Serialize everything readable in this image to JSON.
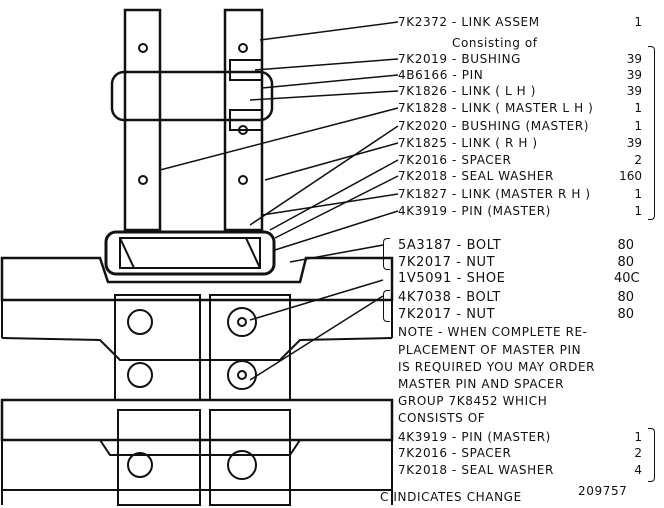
{
  "parts": [
    {
      "label": "7K2372 - LINK  ASSEM",
      "qty": "1"
    },
    {
      "label": "Consisting  of",
      "qty": ""
    },
    {
      "label": "7K2019 - BUSHING",
      "qty": "39"
    },
    {
      "label": "4B6166 - PIN",
      "qty": "39"
    },
    {
      "label": "7K1826 - LINK  ( L H  )",
      "qty": "39"
    },
    {
      "label": "7K1828 - LINK  ( MASTER L H  )",
      "qty": "1"
    },
    {
      "label": "7K2020 - BUSHING (MASTER)",
      "qty": "1"
    },
    {
      "label": "7K1825 - LINK  ( R H  )",
      "qty": "39"
    },
    {
      "label": "7K2016 - SPACER",
      "qty": "2"
    },
    {
      "label": "7K2018 - SEAL  WASHER",
      "qty": "160"
    },
    {
      "label": "7K1827 - LINK  (MASTER R H  )",
      "qty": "1"
    },
    {
      "label": "4K3919 - PIN   (MASTER)",
      "qty": "1"
    }
  ],
  "hardware": [
    {
      "label": "5A3187 - BOLT",
      "qty": "80"
    },
    {
      "label": "7K2017 - NUT",
      "qty": "80"
    },
    {
      "label": "1V5091 - SHOE",
      "qty": "40C"
    },
    {
      "label": "4K7038 - BOLT",
      "qty": "80"
    },
    {
      "label": "7K2017 - NUT",
      "qty": "80"
    }
  ],
  "note": [
    "NOTE  - WHEN  COMPLETE  RE-",
    "PLACEMENT  OF  MASTER  PIN",
    "IS  REQUIRED  YOU  MAY  ORDER",
    "MASTER  PIN  AND  SPACER",
    "GROUP  7K8452  WHICH",
    "CONSISTS  OF"
  ],
  "group": [
    {
      "label": "4K3919 -  PIN (MASTER)",
      "qty": "1"
    },
    {
      "label": "7K2016 -  SPACER",
      "qty": "2"
    },
    {
      "label": "7K2018 -  SEAL  WASHER",
      "qty": "4"
    }
  ],
  "footer": {
    "change_note": "C  INDICATES  CHANGE",
    "figure_number": "209757"
  }
}
